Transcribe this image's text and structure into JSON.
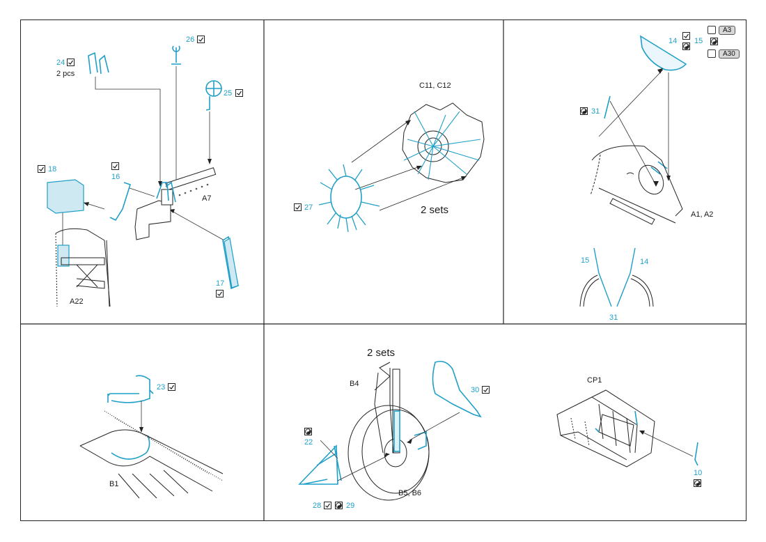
{
  "panel1": {
    "p24": "24",
    "p24_note": "2 pcs",
    "p26": "26",
    "p25": "25",
    "p18": "18",
    "p16": "16",
    "a7": "A7",
    "p17": "17",
    "a22": "A22"
  },
  "panel2": {
    "c11": "C11, C12",
    "p27": "27",
    "sets": "2 sets"
  },
  "panel3": {
    "p14": "14",
    "p15": "15",
    "a3": "A3",
    "a30": "A30",
    "p31": "31",
    "a1": "A1, A2",
    "d15": "15",
    "d14": "14",
    "d31": "31"
  },
  "panel4": {
    "p23": "23",
    "b1": "B1"
  },
  "panel5": {
    "sets": "2 sets",
    "b4": "B4",
    "p30": "30",
    "p22": "22",
    "b5": "B5, B6",
    "p28": "28",
    "p29": "29"
  },
  "panel6": {
    "cp1": "CP1",
    "p10": "10"
  },
  "colors": {
    "part_blue": "#1f9fc8",
    "line": "#222222",
    "pill": "#d8d8d8"
  }
}
